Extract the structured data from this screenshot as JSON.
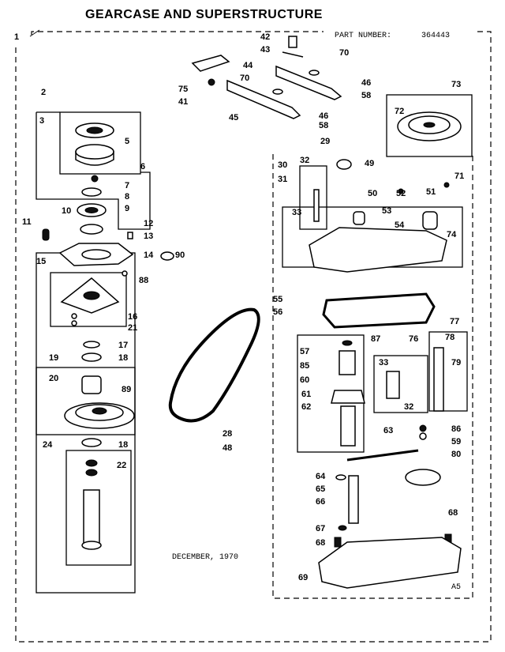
{
  "title": "GEARCASE AND SUPERSTRUCTURE",
  "part_number_label": "PART NUMBER:",
  "part_number": "364443",
  "date": "DECEMBER, 1970",
  "corner_code": "A5",
  "callouts": [
    "1",
    "2",
    "3",
    "5",
    "6",
    "7",
    "8",
    "9",
    "10",
    "11",
    "12",
    "13",
    "14",
    "15",
    "16",
    "21",
    "17",
    "18",
    "19",
    "20",
    "89",
    "18",
    "24",
    "22",
    "28",
    "48",
    "29",
    "30",
    "31",
    "32",
    "33",
    "42",
    "43",
    "44",
    "45",
    "46",
    "58",
    "46",
    "58",
    "70",
    "70",
    "75",
    "41",
    "49",
    "50",
    "51",
    "52",
    "53",
    "54",
    "55",
    "56",
    "57",
    "85",
    "60",
    "61",
    "62",
    "63",
    "64",
    "65",
    "66",
    "67",
    "68",
    "68",
    "69",
    "71",
    "72",
    "73",
    "74",
    "76",
    "77",
    "78",
    "79",
    "80",
    "86",
    "59",
    "87",
    "33",
    "32",
    "88",
    "90"
  ]
}
